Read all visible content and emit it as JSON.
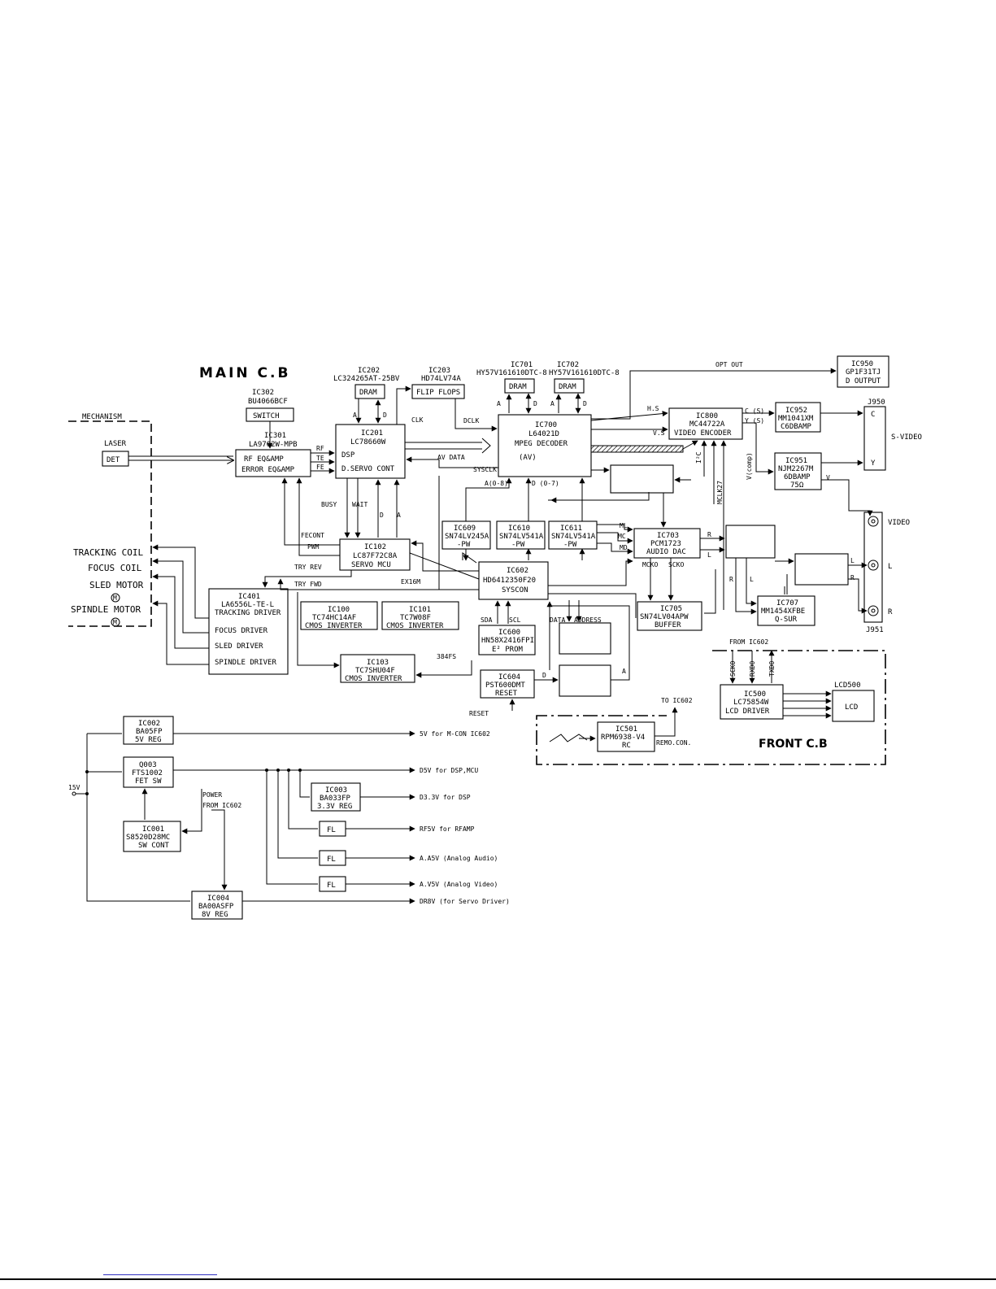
{
  "title": "MAIN C.B",
  "front_title": "FRONT C.B",
  "mechanism": {
    "label": "MECHANISM",
    "laser": "LASER",
    "det": "DET",
    "items": [
      "TRACKING COIL",
      "FOCUS COIL",
      "SLED MOTOR",
      "SPINDLE MOTOR"
    ]
  },
  "blocks": {
    "ic302": {
      "id": "IC302",
      "part": "BU4066BCF",
      "func": "SWITCH"
    },
    "ic301": {
      "id": "IC301",
      "part": "LA9702W-MPB",
      "l1": "RF EQ&AMP",
      "l2": "ERROR EQ&AMP"
    },
    "ic202": {
      "id": "IC202",
      "part": "LC324265AT-25BV",
      "func": "DRAM"
    },
    "ic203": {
      "id": "IC203",
      "part": "HD74LV74A",
      "func": "FLIP FLOPS"
    },
    "ic201": {
      "id": "IC201",
      "part": "LC78660W",
      "l1": "DSP",
      "l2": "D.SERVO CONT"
    },
    "ic701": {
      "id": "IC701",
      "part": "HY57V161610DTC-8",
      "func": "DRAM"
    },
    "ic702": {
      "id": "IC702",
      "part": "HY57V161610DTC-8",
      "func": "DRAM"
    },
    "ic700": {
      "id": "IC700",
      "part": "L64021D",
      "l1": "MPEG DECODER",
      "l2": "(AV)"
    },
    "ic800": {
      "id": "IC800",
      "part": "MC44722A",
      "func": "VIDEO ENCODER"
    },
    "ic950": {
      "id": "IC950",
      "part": "GP1F31TJ",
      "func": "D OUTPUT"
    },
    "ic952": {
      "id": "IC952",
      "part": "MM1041XM",
      "func": "C6DBAMP"
    },
    "ic951": {
      "id": "IC951",
      "part": "NJM2267M",
      "l1": "6DBAMP",
      "l2": "75Ω"
    },
    "ic609": {
      "id": "IC609",
      "part": "SN74LV245A",
      "suffix": "-PW"
    },
    "ic610": {
      "id": "IC610",
      "part": "SN74LV541A",
      "suffix": "-PW"
    },
    "ic611": {
      "id": "IC611",
      "part": "SN74LV541A",
      "suffix": "-PW"
    },
    "ic703": {
      "id": "IC703",
      "part": "PCM1723",
      "func": "AUDIO DAC"
    },
    "ic102": {
      "id": "IC102",
      "part": "LC87F72C8A",
      "func": "SERVO MCU"
    },
    "ic602": {
      "id": "IC602",
      "part": "HD6412350F20",
      "func": "SYSCON"
    },
    "ic705": {
      "id": "IC705",
      "part": "SN74LV04APW",
      "func": "BUFFER"
    },
    "ic707": {
      "id": "IC707",
      "part": "MM1454XFBE",
      "func": "Q-SUR"
    },
    "ic401": {
      "id": "IC401",
      "part": "LA6556L-TE-L",
      "func": "TRACKING DRIVER",
      "d1": "FOCUS DRIVER",
      "d2": "SLED DRIVER",
      "d3": "SPINDLE DRIVER"
    },
    "ic100": {
      "id": "IC100",
      "part": "TC74HC14AF",
      "func": "CMOS INVERTER"
    },
    "ic101": {
      "id": "IC101",
      "part": "TC7W08F",
      "func": "CMOS INVERTER"
    },
    "ic600": {
      "id": "IC600",
      "part": "HN58X2416FPI",
      "func": "E² PROM"
    },
    "ic103": {
      "id": "IC103",
      "part": "TC7SHU04F",
      "func": "CMOS INVERTER"
    },
    "ic604": {
      "id": "IC604",
      "part": "PST600DMT",
      "func": "RESET"
    },
    "ic500": {
      "id": "IC500",
      "part": "LC75854W",
      "func": "LCD DRIVER"
    },
    "lcd500": {
      "id": "LCD500",
      "func": "LCD"
    },
    "ic501": {
      "id": "IC501",
      "part": "RPM6938-V4",
      "func": "RC"
    },
    "ic002": {
      "id": "IC002",
      "part": "BA05FP",
      "func": "5V REG"
    },
    "q003": {
      "id": "Q003",
      "part": "FTS1002",
      "func": "FET SW"
    },
    "ic001": {
      "id": "IC001",
      "part": "S8520D28MC",
      "func": "SW CONT"
    },
    "ic003": {
      "id": "IC003",
      "part": "BA033FP",
      "func": "3.3V REG"
    },
    "ic004": {
      "id": "IC004",
      "part": "BA00ASFP",
      "func": "8V REG"
    }
  },
  "signals": {
    "rf": "RF",
    "te": "TE",
    "fe": "FE",
    "clk": "CLK",
    "dclk": "DCLK",
    "a": "A",
    "d": "D",
    "av_data": "AV DATA",
    "sysclk": "SYSCLK",
    "a0_8": "A(0-8)",
    "d0_7": "D (0-7)",
    "busy": "BUSY",
    "wait": "WAIT",
    "fecont": "FECONT",
    "pwm": "PWM",
    "try_rev": "TRY REV",
    "try_fwd": "TRY FWD",
    "ex16m": "EX16M",
    "opt_out": "OPT OUT",
    "hs": "H.S",
    "vs": "V.S",
    "c_s": "C (S)",
    "y_s": "Y (S)",
    "v_comp": "V(comp)",
    "i2c": "I²C",
    "mclk27": "MCLK27",
    "v": "V",
    "ml": "ML",
    "mc": "MC",
    "md": "MD",
    "mcko": "MCKO",
    "scko": "SCKO",
    "r": "R",
    "l": "L",
    "sda": "SDA",
    "scl": "SCL",
    "data": "DATA",
    "address": "ADDRESS",
    "fs384": "384FS",
    "reset": "RESET",
    "from_ic602": "FROM IC602",
    "sckd": "SCKO",
    "rxd0": "RXD0",
    "txd0": "TXD0",
    "to_ic602": "TO IC602",
    "remo_con": "REMO.CON.",
    "power": "POWER",
    "power_from": "FROM IC602",
    "v15": "15V"
  },
  "outputs": {
    "j950": "J950",
    "c": "C",
    "y": "Y",
    "svideo": "S-VIDEO",
    "video": "VIDEO",
    "l": "L",
    "r": "R",
    "j951": "J951"
  },
  "supplies": [
    "5V for M-CON IC602",
    "D5V for DSP,MCU",
    "D3.3V for DSP",
    "RF5V for RFAMP",
    "A.A5V (Analog Audio)",
    "A.V5V (Analog Video)",
    "DR8V (for Servo Driver)"
  ],
  "fl_label": "FL"
}
